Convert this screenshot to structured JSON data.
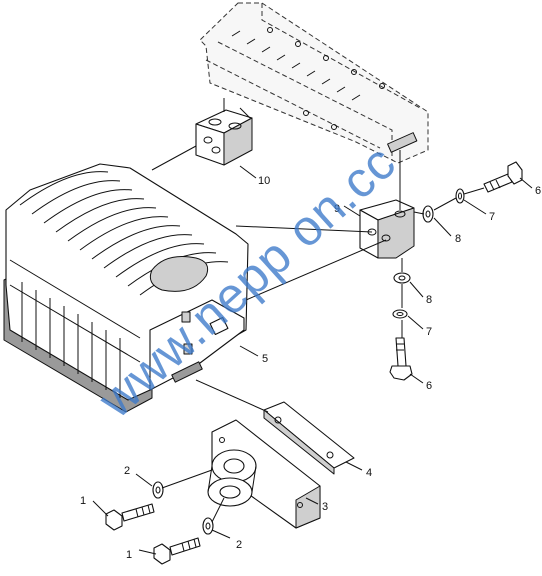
{
  "diagram": {
    "callouts": [
      {
        "id": "c1a",
        "text": "1"
      },
      {
        "id": "c1b",
        "text": "1"
      },
      {
        "id": "c2a",
        "text": "2"
      },
      {
        "id": "c2b",
        "text": "2"
      },
      {
        "id": "c3",
        "text": "3"
      },
      {
        "id": "c4",
        "text": "4"
      },
      {
        "id": "c5",
        "text": "5"
      },
      {
        "id": "c6a",
        "text": "6"
      },
      {
        "id": "c6b",
        "text": "6"
      },
      {
        "id": "c7a",
        "text": "7"
      },
      {
        "id": "c7b",
        "text": "7"
      },
      {
        "id": "c8a",
        "text": "8"
      },
      {
        "id": "c8b",
        "text": "8"
      },
      {
        "id": "c9",
        "text": "9"
      },
      {
        "id": "c10",
        "text": "10"
      }
    ],
    "watermark": "www.nepp on.cc"
  }
}
